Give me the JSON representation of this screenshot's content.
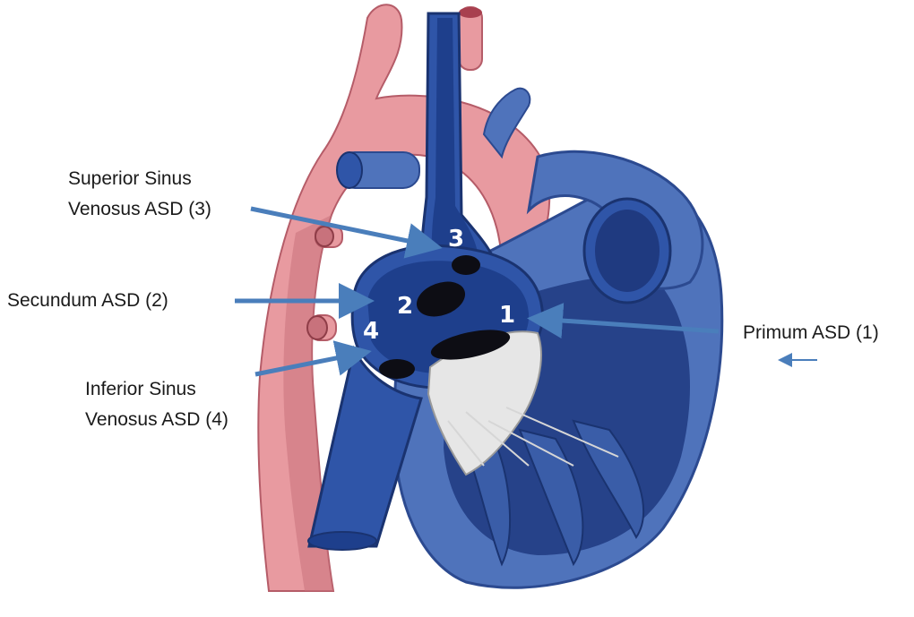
{
  "colors": {
    "aorta": "#e89aa0",
    "aorta_shadow": "#c8727c",
    "vein_dark": "#1e3f8c",
    "vein_mid": "#2f55a8",
    "heart_wall": "#4f73bb",
    "heart_light": "#6f8fcf",
    "chamber": "#1f3a80",
    "valve": "#e6e6e6",
    "arrow": "#4a7ebb",
    "label_text": "#1a1a1a",
    "defect": "#0d0d14"
  },
  "labels": {
    "superior_line1": "Superior Sinus",
    "superior_line2": "Venosus ASD (3)",
    "secundum": "Secundum ASD (2)",
    "primum": "Primum ASD (1)",
    "inferior_line1": "Inferior Sinus",
    "inferior_line2": "Venosus ASD (4)"
  },
  "defect_numbers": {
    "n1": "1",
    "n2": "2",
    "n3": "3",
    "n4": "4"
  }
}
